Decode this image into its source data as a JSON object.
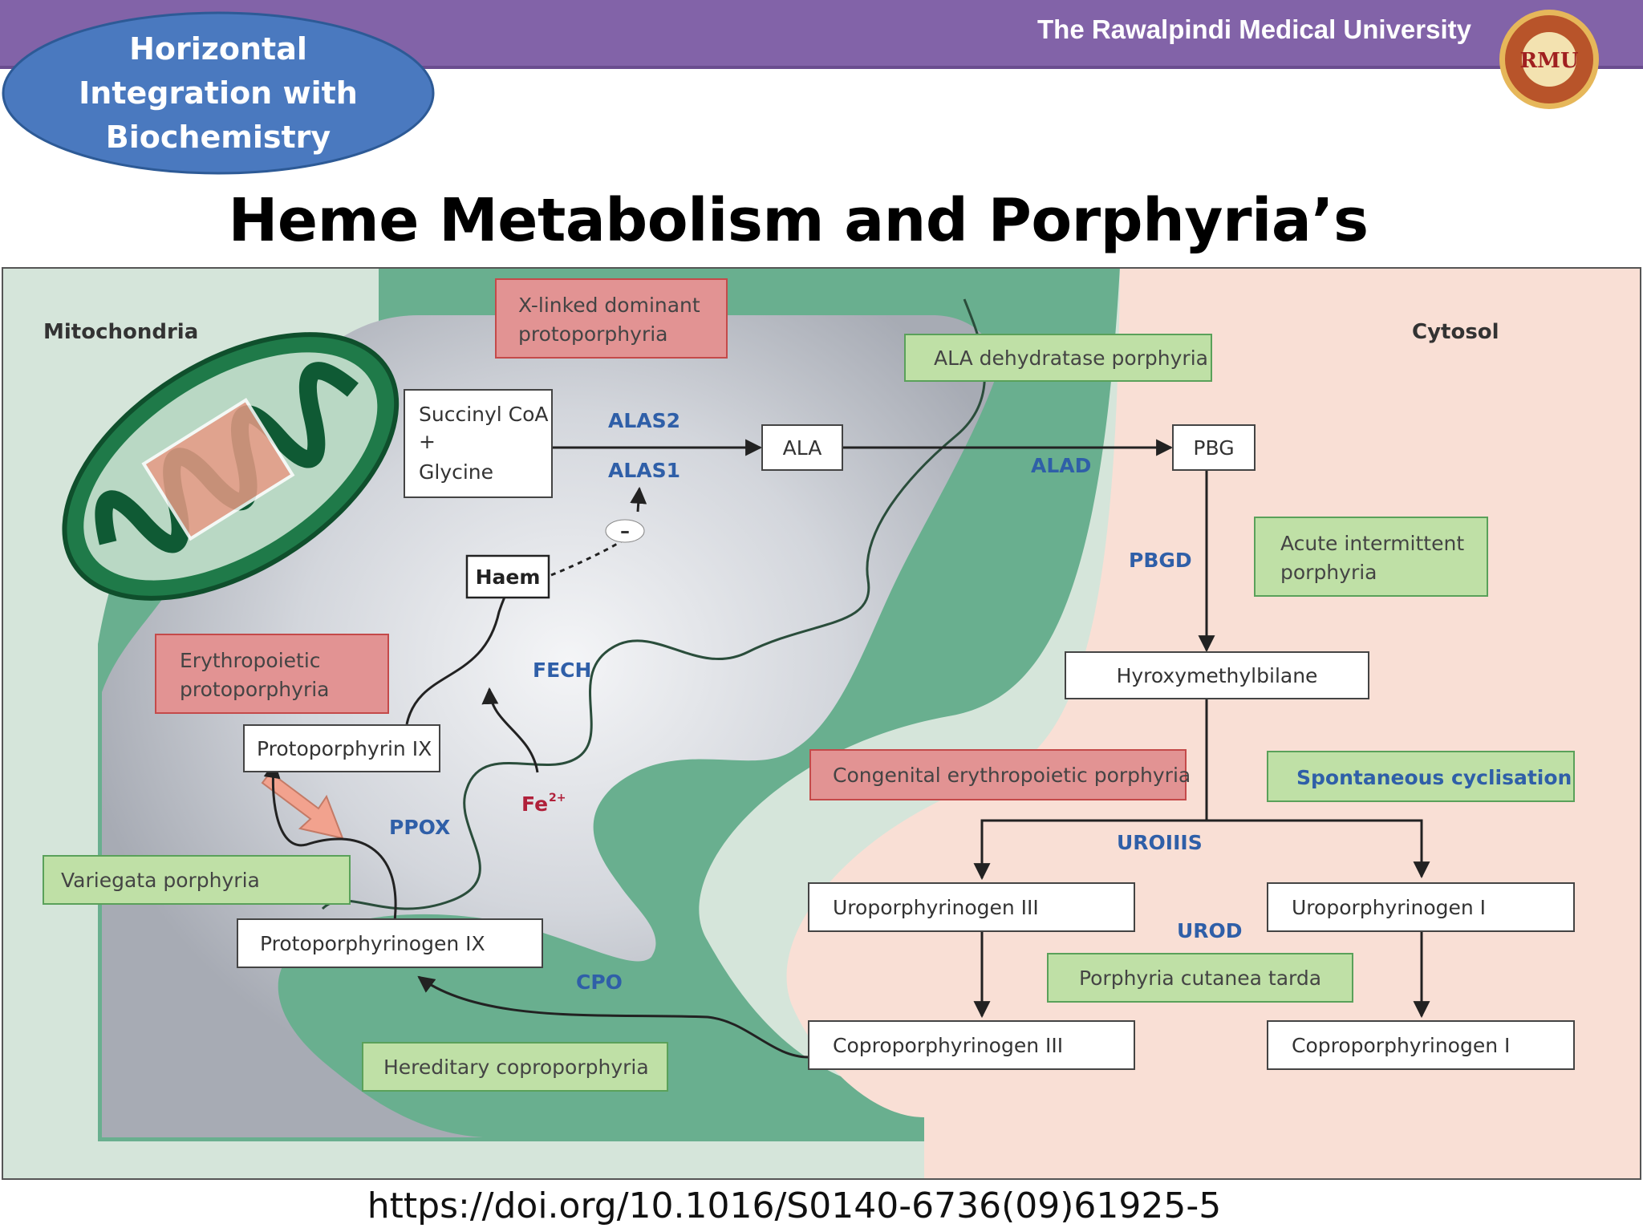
{
  "header": {
    "university": "The Rawalpindi Medical University",
    "badge_text": "Horizontal\nIntegration with\nBiochemistry",
    "logo_letters": "RMU",
    "logo_colors": {
      "ring": "#b8542a",
      "rim": "#e6b75a",
      "core": "#f3e2b0"
    },
    "bar_color": "#8263a8",
    "badge_color": "#4a79bf"
  },
  "title": "Heme Metabolism and Porphyria’s",
  "diagram": {
    "regions": {
      "left": "Mitochondria",
      "right": "Cytosol"
    },
    "region_colors": {
      "mito_bg": "#d5e5da",
      "cyto_bg": "#f9dfd5",
      "matrix": "#b9bcc4",
      "membrane": "#4f9e7a"
    },
    "nodes": {
      "succinyl_line1": "Succinyl CoA",
      "succinyl_plus": "+",
      "succinyl_line2": "Glycine",
      "ala": "ALA",
      "pbg": "PBG",
      "hmb": "Hyroxymethylbilane",
      "uro3": "Uroporphyrinogen III",
      "uro1": "Uroporphyrinogen I",
      "copro3": "Coproporphyrinogen III",
      "copro1": "Coproporphyrinogen I",
      "protogen9": "Protoporphyrinogen IX",
      "proto9": "Protoporphyrin IX",
      "haem": "Haem",
      "iron": "Fe",
      "iron_charge": "2+",
      "inhibit": "–"
    },
    "enzymes": {
      "alas2": "ALAS2",
      "alas1": "ALAS1",
      "alad": "ALAD",
      "pbgd": "PBGD",
      "uroiiis": "UROIIIS",
      "urod": "UROD",
      "cpo": "CPO",
      "ppox": "PPOX",
      "fech": "FECH"
    },
    "disorders": {
      "xldp_line1": "X-linked dominant",
      "xldp_line2": "protoporphyria",
      "alad_porphyria": "ALA dehydratase porphyria",
      "aip_line1": "Acute intermittent",
      "aip_line2": "porphyria",
      "spontaneous": "Spontaneous cyclisation",
      "cep": "Congenital erythropoietic porphyria",
      "pct": "Porphyria cutanea tarda",
      "hc": "Hereditary coproporphyria",
      "vp": "Variegata porphyria",
      "epp_line1": "Erythropoietic",
      "epp_line2": "protoporphyria"
    },
    "colors": {
      "red_box": "#e29393",
      "red_border": "#c44a4a",
      "green_box": "#bfe0a6",
      "green_border": "#5aa15a",
      "enzyme": "#2f5fa8",
      "iron": "#b0203a"
    }
  },
  "footer": {
    "doi": "https://doi.org/10.1016/S0140-6736(09)61925-5"
  }
}
